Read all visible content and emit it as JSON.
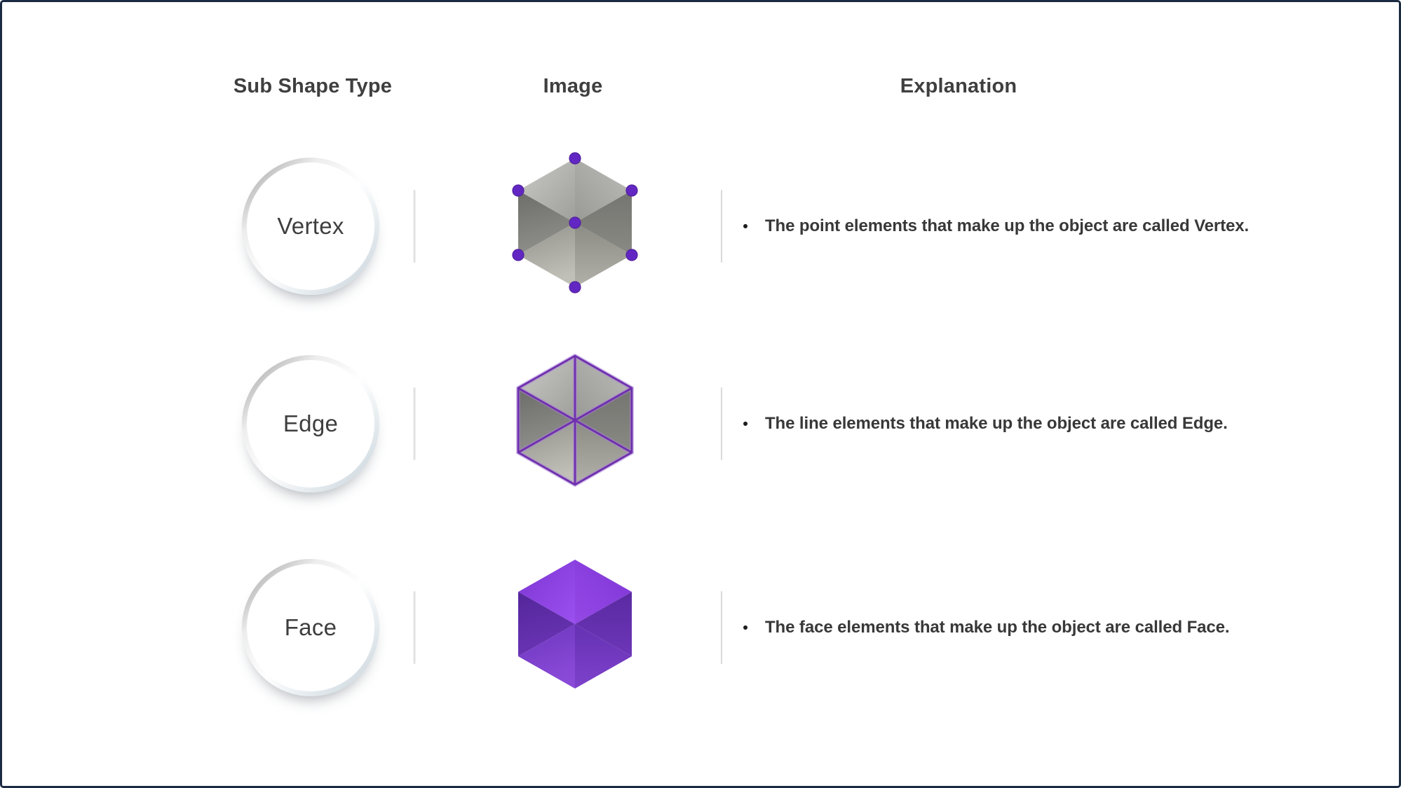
{
  "header": {
    "col_type": "Sub Shape Type",
    "col_image": "Image",
    "col_explanation": "Explanation"
  },
  "bullet": "•",
  "rows": [
    {
      "type_label": "Vertex",
      "image_name": "gray-cube-with-purple-vertex-dots",
      "explanation": "The point elements that make up the object are called Vertex."
    },
    {
      "type_label": "Edge",
      "image_name": "gray-cube-with-purple-edges",
      "explanation": "The line elements that make up the object are called Edge."
    },
    {
      "type_label": "Face",
      "image_name": "purple-face-cube",
      "explanation": "The face elements that make up the object are called Face."
    }
  ],
  "colors": {
    "frame_border": "#1b2b42",
    "background": "#ffffff",
    "heading_text": "#3f3f3f",
    "body_text": "#383838",
    "divider": "#e0e0e0",
    "vertex_dot_purple": "#6227c3",
    "edge_stroke_purple": "#6f2fae",
    "face_purple": "#7a3ad2",
    "cube_gray": "#9a9a96"
  }
}
